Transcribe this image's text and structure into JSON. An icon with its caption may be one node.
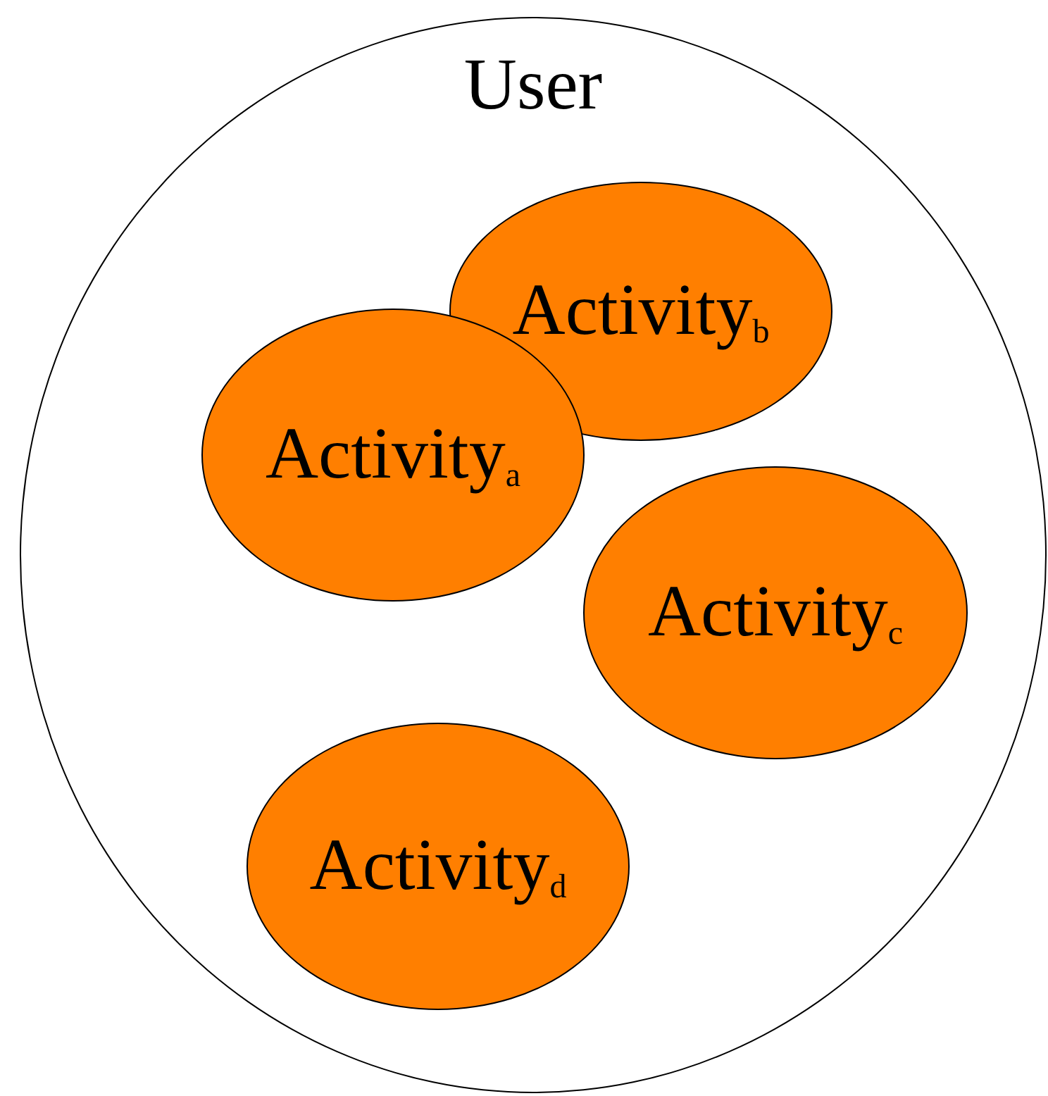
{
  "diagram": {
    "nodes": [
      {
        "text": [
          "User"
        ]
      },
      {
        "text": [
          "Activity$_{b}$"
        ],
        "in": 0
      },
      {
        "text": [
          "Activity$_{a}$"
        ],
        "in": 0
      },
      {
        "text": [
          "Activity$_{c}$"
        ],
        "in": 0
      },
      {
        "text": [
          "Activity$_{d}$"
        ],
        "in": 0
      }
    ]
  }
}
